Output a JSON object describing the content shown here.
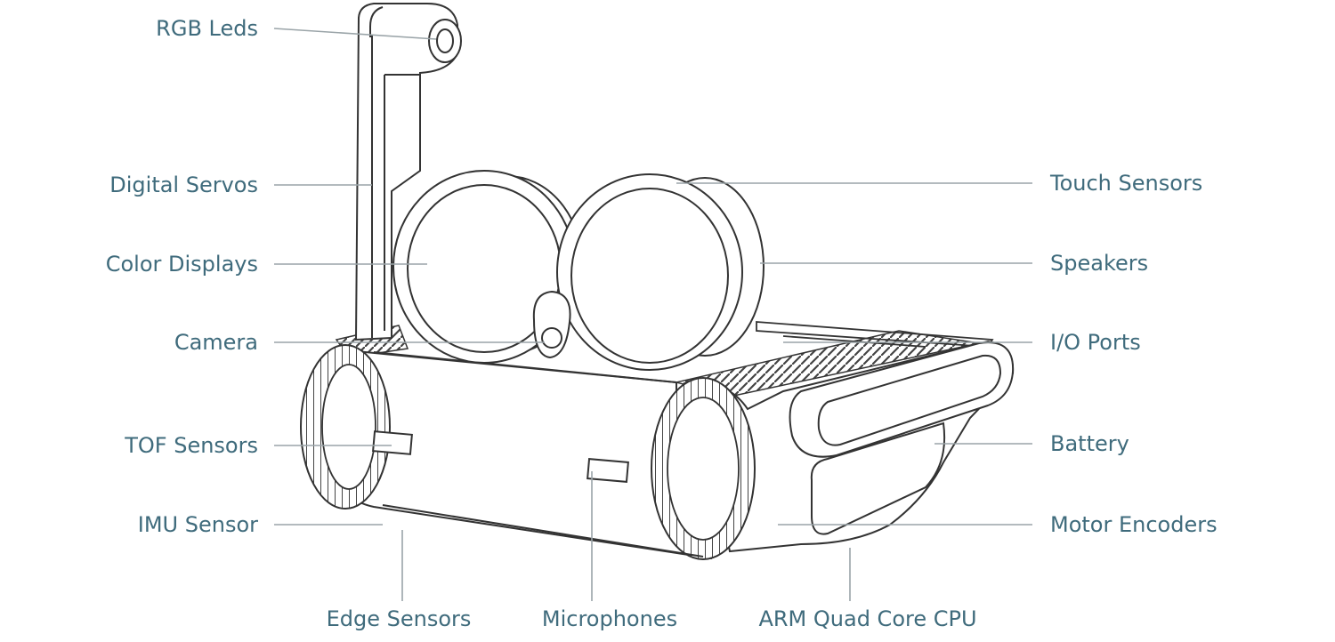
{
  "diagram": {
    "labels": {
      "rgb_leds": "RGB Leds",
      "digital_servos": "Digital Servos",
      "color_displays": "Color Displays",
      "camera": "Camera",
      "tof_sensors": "TOF Sensors",
      "imu_sensor": "IMU Sensor",
      "touch_sensors": "Touch Sensors",
      "speakers": "Speakers",
      "io_ports": "I/O Ports",
      "battery": "Battery",
      "motor_encoders": "Motor Encoders",
      "edge_sensors": "Edge Sensors",
      "microphones": "Microphones",
      "arm_cpu": "ARM Quad Core CPU"
    },
    "colors": {
      "label_text": "#3f6b7c",
      "leader_line": "#9aa4a8",
      "drawing_stroke": "#333333",
      "background": "#ffffff"
    }
  }
}
